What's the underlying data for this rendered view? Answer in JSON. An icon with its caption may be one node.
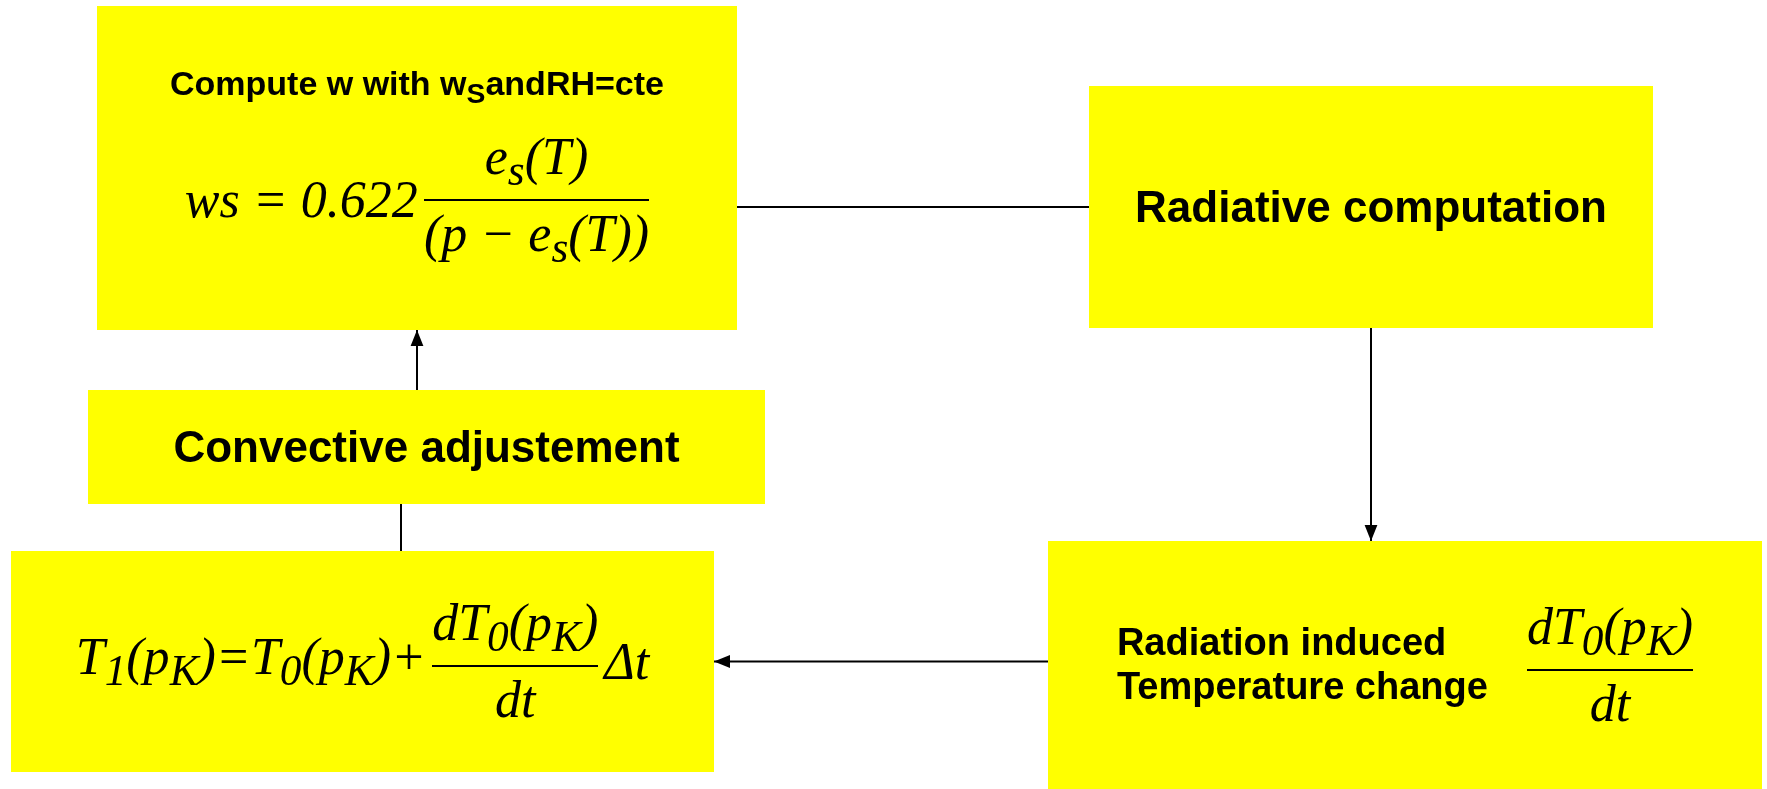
{
  "diagram": {
    "nodes": [
      {
        "text": [
          "Compute w with w$_{S}$andRH=cte",
          "ws = 0.622",
          "e$_{s}$(T)",
          "(p − e$_{s}$(T))"
        ]
      },
      {
        "text": [
          "Radiative computation"
        ]
      },
      {
        "text": [
          "Radiation induced Temperature change",
          "dT$_{0}$(p$_{K}$)",
          "dt"
        ]
      },
      {
        "text": [
          "T$_{1}$(p$_{K}$)=T$_{0}$(p$_{K}$)+",
          "dT$_{0}$(p$_{K}$)",
          "dt",
          "Δt"
        ]
      },
      {
        "text": [
          "Convective adjustement"
        ]
      }
    ],
    "edges": [
      {
        "from": 0,
        "to": 1,
        "arrow": "none"
      },
      {
        "from": 1,
        "to": 2,
        "arrow": "to"
      },
      {
        "from": 2,
        "to": 3,
        "arrow": "to"
      },
      {
        "from": 3,
        "to": 4,
        "arrow": "none"
      },
      {
        "from": 4,
        "to": 0,
        "arrow": "to"
      }
    ]
  }
}
